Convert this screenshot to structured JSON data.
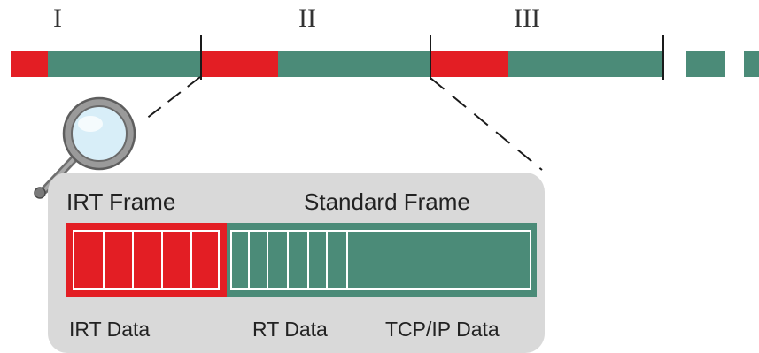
{
  "phases": [
    {
      "label": "I"
    },
    {
      "label": "II"
    },
    {
      "label": "III"
    }
  ],
  "frame": {
    "irt_label": "IRT Frame",
    "standard_label": "Standard Frame",
    "irt_data_label": "IRT Data",
    "rt_data_label": "RT Data",
    "tcpip_data_label": "TCP/IP Data"
  },
  "colors": {
    "irt": "#e31e24",
    "standard": "#4b8b78",
    "panel": "#d9d9d9"
  },
  "icons": {
    "magnifier": "magnifying-glass-icon"
  }
}
